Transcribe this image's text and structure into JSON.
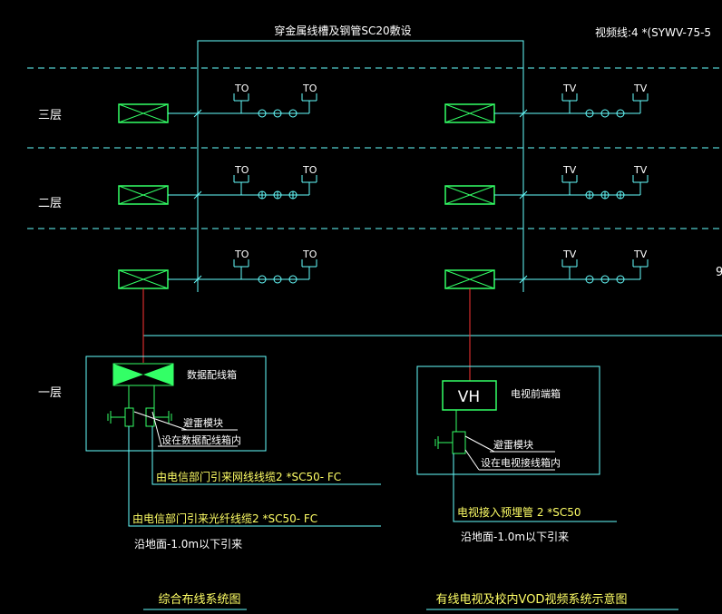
{
  "header": {
    "trunk_note": "穿金属线槽及钢管SC20敷设",
    "video_note": "视频线:4 *(SYWV-75-5"
  },
  "floors": {
    "f3": "三层",
    "f2": "二层",
    "f1": "一层"
  },
  "outlets": {
    "data_label": "TO",
    "tv_label": "TV",
    "edge_mark": "9"
  },
  "data_cabinet": {
    "title": "数据配线箱",
    "surge_label": "避雷模块",
    "surge_note": "设在数据配线箱内",
    "cable_network": "由电信部门引来网线线缆2 *SC50- FC",
    "cable_fiber": "由电信部门引来光纤线缆2 *SC50- FC",
    "route_note": "沿地面-1.0m以下引来"
  },
  "tv_cabinet": {
    "box_text": "VH",
    "title": "电视前端箱",
    "surge_label": "避雷模块",
    "surge_note": "设在电视接线箱内",
    "cable_in": "电视接入预埋管 2 *SC50",
    "route_note": "沿地面-1.0m以下引来"
  },
  "footer": {
    "left_title": "综合布线系统图",
    "right_title": "有线电视及校内VOD视频系统示意图"
  },
  "colors": {
    "background": "#000000",
    "line_cyan": "#66ffff",
    "box_green": "#33ff66",
    "riser_red": "#ff3333",
    "text_white": "#ffffff",
    "text_yellow": "#ffff66"
  }
}
